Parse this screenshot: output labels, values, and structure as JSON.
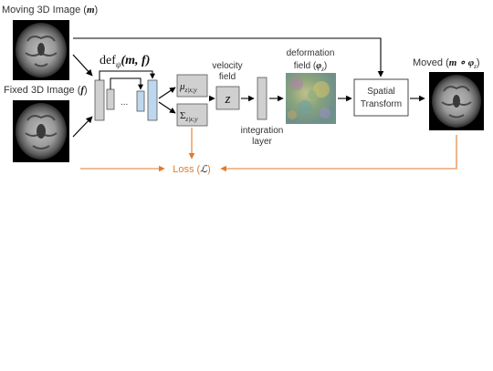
{
  "inputs": {
    "moving_label": "Moving 3D Image (",
    "moving_sym": "m",
    "fixed_label": "Fixed 3D Image (",
    "fixed_sym": "f",
    "close_paren": ")"
  },
  "network": {
    "def_name": "def",
    "def_sub": "ψ",
    "def_args": "(m, f)",
    "ellipsis": "..."
  },
  "latent": {
    "mu": "μ",
    "mu_sub": "z|x;y",
    "sigma": "Σ",
    "sigma_sub": "z|x;y",
    "z": "z"
  },
  "labels": {
    "velocity_line1": "velocity",
    "velocity_line2": "field",
    "integration_line1": "integration",
    "integration_line2": "layer",
    "deformation_line1": "deformation",
    "deformation_line2": "field (",
    "deformation_sym": "φ",
    "deformation_sub": "z",
    "spatial_line1": "Spatial",
    "spatial_line2": "Transform",
    "moved_label": "Moved (",
    "moved_sym": "m ∘ φ",
    "moved_sub": "z",
    "loss_label": "Loss (",
    "loss_sym": "ℒ"
  },
  "colors": {
    "loss_orange": "#e07b2c",
    "layer_gray": "#d0d0d0",
    "layer_blue": "#bdd7ee",
    "arrow_black": "#000000"
  }
}
